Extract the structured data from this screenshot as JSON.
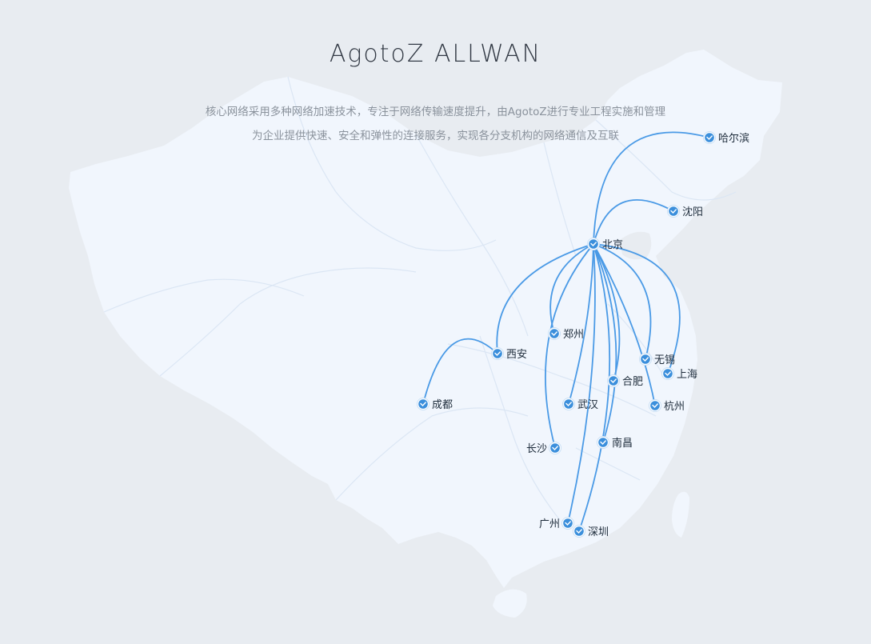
{
  "header": {
    "title": "AgotoZ ALLWAN",
    "subtitle_line1": "核心网络采用多种网络加速技术，专注于网络传输速度提升，由AgotoZ进行专业工程实施和管理",
    "subtitle_line2": "为企业提供快速、安全和弹性的连接服务，实现各分支机构的网络通信及互联"
  },
  "map": {
    "hub": "北京",
    "colors": {
      "route": "#4a9ae6",
      "node": "#3b8fdc",
      "land": "#f1f6fd",
      "background": "#e8ecf1"
    },
    "nodes": [
      {
        "id": "harbin",
        "label": "哈尔滨"
      },
      {
        "id": "shenyang",
        "label": "沈阳"
      },
      {
        "id": "beijing",
        "label": "北京"
      },
      {
        "id": "zhengzhou",
        "label": "郑州"
      },
      {
        "id": "xian",
        "label": "西安"
      },
      {
        "id": "wuxi",
        "label": "无锡"
      },
      {
        "id": "shanghai",
        "label": "上海"
      },
      {
        "id": "hefei",
        "label": "合肥"
      },
      {
        "id": "chengdu",
        "label": "成都"
      },
      {
        "id": "wuhan",
        "label": "武汉"
      },
      {
        "id": "hangzhou",
        "label": "杭州"
      },
      {
        "id": "nanchang",
        "label": "南昌"
      },
      {
        "id": "changsha",
        "label": "长沙"
      },
      {
        "id": "guangzhou",
        "label": "广州"
      },
      {
        "id": "shenzhen",
        "label": "深圳"
      }
    ],
    "routes": [
      {
        "from": "beijing",
        "to": "harbin"
      },
      {
        "from": "beijing",
        "to": "shenyang"
      },
      {
        "from": "beijing",
        "to": "zhengzhou"
      },
      {
        "from": "beijing",
        "to": "xian"
      },
      {
        "from": "beijing",
        "to": "wuxi"
      },
      {
        "from": "beijing",
        "to": "shanghai"
      },
      {
        "from": "beijing",
        "to": "hefei"
      },
      {
        "from": "beijing",
        "to": "wuhan"
      },
      {
        "from": "beijing",
        "to": "hangzhou"
      },
      {
        "from": "beijing",
        "to": "nanchang"
      },
      {
        "from": "beijing",
        "to": "changsha"
      },
      {
        "from": "beijing",
        "to": "guangzhou"
      },
      {
        "from": "beijing",
        "to": "shenzhen"
      },
      {
        "from": "xian",
        "to": "chengdu"
      }
    ]
  }
}
